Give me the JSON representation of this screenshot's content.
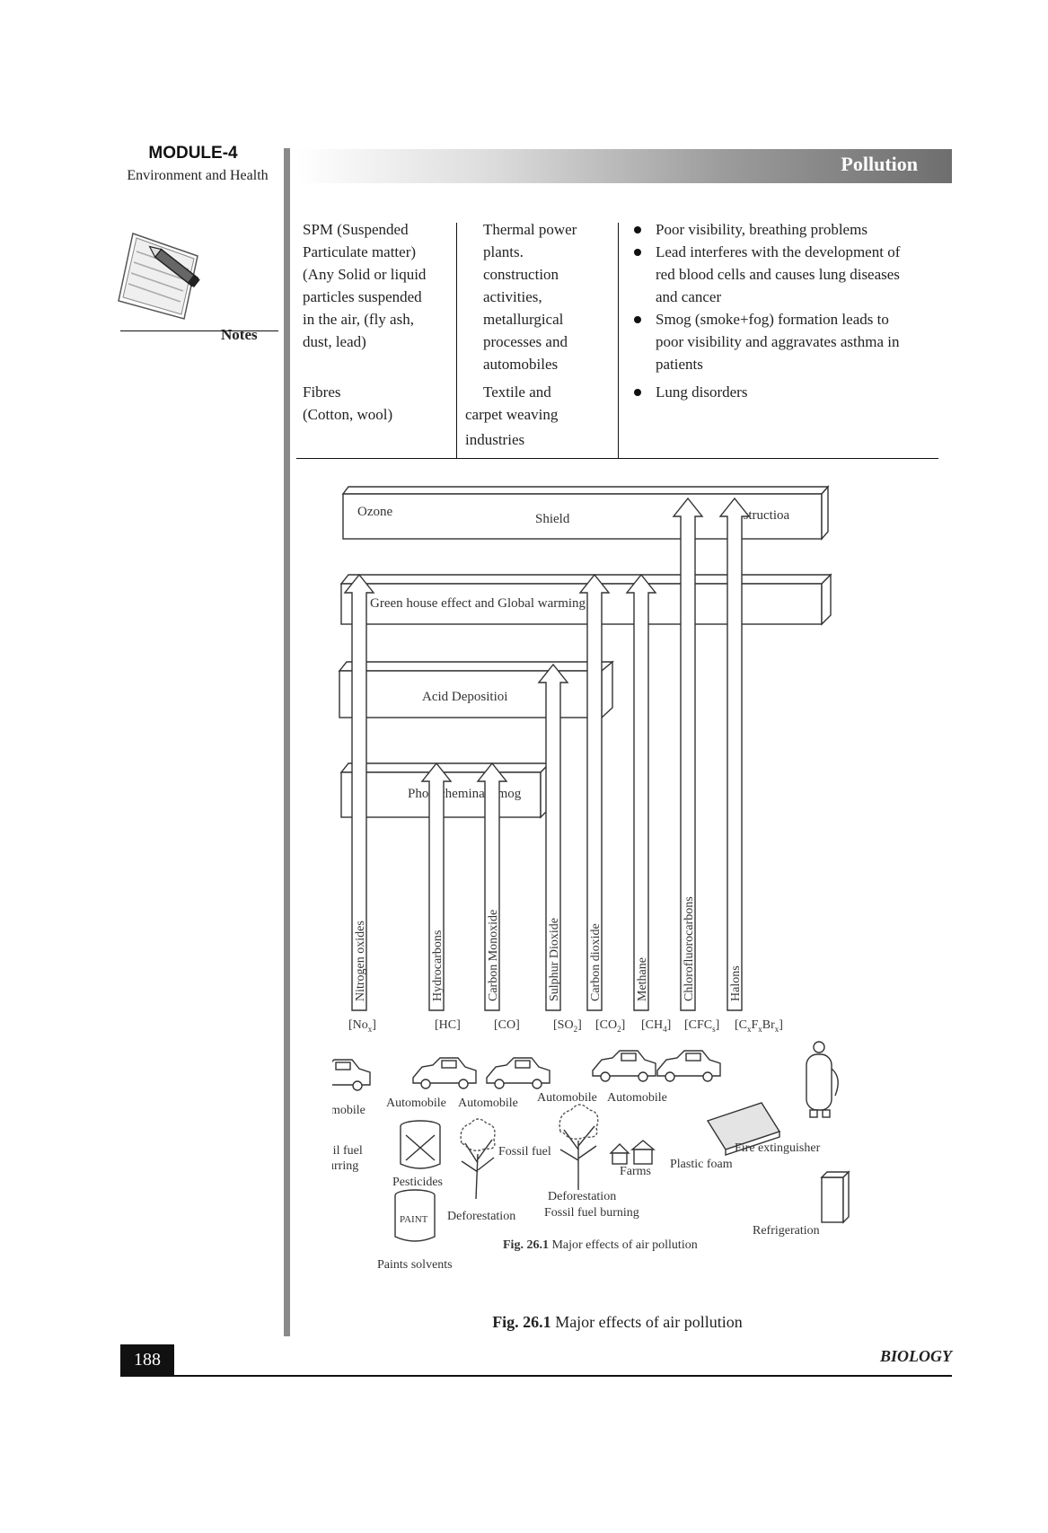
{
  "header": {
    "module": "MODULE-4",
    "module_subtitle": "Environment and Health",
    "banner": "Pollution"
  },
  "sidebar": {
    "notes_label": "Notes",
    "notes_icon": "notes-pencil-icon"
  },
  "table": {
    "rows": [
      {
        "pollutant": [
          "SPM (Suspended",
          "Particulate matter)",
          "(Any Solid or liquid",
          "particles suspended",
          "in the air, (fly ash,",
          "dust, lead)"
        ],
        "source": [
          "Thermal power",
          "plants.",
          "construction",
          "activities,",
          "metallurgical",
          "processes and",
          "automobiles"
        ],
        "effects": [
          "Poor visibility, breathing problems",
          "Lead interferes with the development of red blood cells and causes lung diseases and cancer",
          "Smog (smoke+fog) formation leads to poor visibility and aggravates asthma in patients"
        ]
      },
      {
        "pollutant": [
          "Fibres",
          "(Cotton, wool)"
        ],
        "source": [
          "Textile and",
          "carpet weaving",
          "industries"
        ],
        "effects": [
          "Lung disorders"
        ]
      }
    ]
  },
  "diagram": {
    "top_box": [
      "Ozone",
      "Shield",
      "Destructioa"
    ],
    "greenhouse_box": "Green house effect and Global warming",
    "acid_box": "Acid Depositioi",
    "smog_box": "Photocheminal smog",
    "arrows": [
      {
        "label": "Nitrogen oxides",
        "formula": "[No"
      },
      {
        "label": "Hydrocarbons",
        "formula": "[HC]"
      },
      {
        "label": "Carbon Monoxide",
        "formula": "[CO]"
      },
      {
        "label": "Sulphur Dioxide",
        "formula": "[SO"
      },
      {
        "label": "Carbon dioxide",
        "formula": "[CO"
      },
      {
        "label": "Methane",
        "formula": "[CH"
      },
      {
        "label": "Chlorofluorocarbons",
        "formula": "[CFC"
      },
      {
        "label": "Halons",
        "formula": "[C"
      }
    ],
    "sources": {
      "auto1": "Automobile",
      "auto2": "Automobile",
      "auto3": "Automobile",
      "auto4": "Automobile",
      "auto5": "Automobile",
      "fossil1": [
        "Fossil fuel",
        "burring"
      ],
      "pesticides": "Pesticides",
      "fossil2": "Fossil fuel",
      "deforestation1": "Deforestation",
      "deforestation2": "Deforestation",
      "fossil3": "Fossil fuel burning",
      "farms": "Farms",
      "plastic": "Plastic foam",
      "fire": "Fire extinguisher",
      "refrigeration": "Refrigeration",
      "paints": "Paints solvents",
      "paint_can_text": "PAINT"
    },
    "inner_caption": {
      "fig": "Fig. 26.1",
      "text": "Major effects of air pollution"
    }
  },
  "caption": {
    "fig": "Fig. 26.1",
    "text": " Major effects of air pollution"
  },
  "footer": {
    "page_number": "188",
    "book": "BIOLOGY"
  }
}
